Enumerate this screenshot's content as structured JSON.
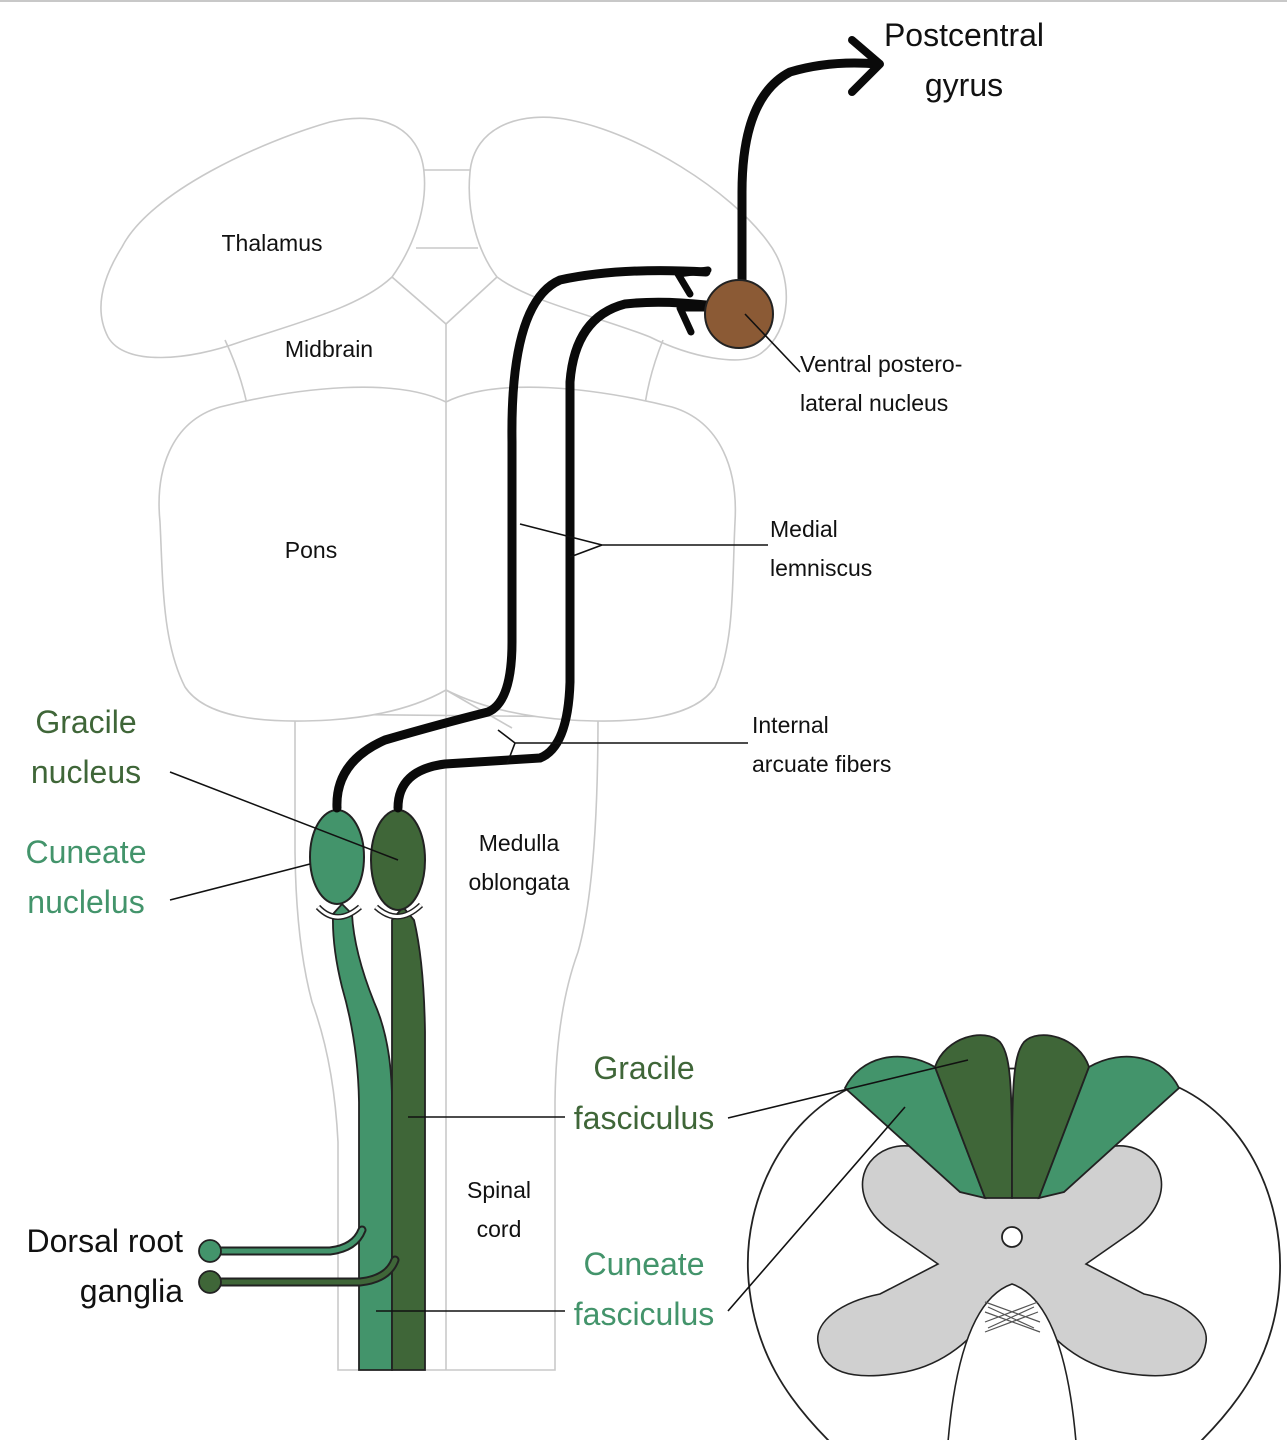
{
  "colors": {
    "light_green": "#43946b",
    "dark_green": "#3f6638",
    "nucleus_brown": "#8b5a35",
    "grey_matter": "#d0d0d0",
    "fiber_black": "#0a0a0a",
    "outline_grey": "#c9c9c9"
  },
  "structures": {
    "thalamus": "Thalamus",
    "midbrain": "Midbrain",
    "pons": "Pons",
    "medulla_line1": "Medulla",
    "medulla_line2": "oblongata",
    "spinal_line1": "Spinal",
    "spinal_line2": "cord"
  },
  "labels": {
    "postcentral_line1": "Postcentral",
    "postcentral_line2": "gyrus",
    "vpl_line1": "Ventral postero-",
    "vpl_line2": "lateral nucleus",
    "medial_lemniscus_line1": "Medial",
    "medial_lemniscus_line2": "lemniscus",
    "internal_arcuate_line1": "Internal",
    "internal_arcuate_line2": "arcuate fibers",
    "gracile_nucleus_line1": "Gracile",
    "gracile_nucleus_line2": "nucleus",
    "cuneate_nucleus_line1": "Cuneate",
    "cuneate_nucleus_line2": "nuclelus",
    "gracile_fasciculus_line1": "Gracile",
    "gracile_fasciculus_line2": "fasciculus",
    "cuneate_fasciculus_line1": "Cuneate",
    "cuneate_fasciculus_line2": "fasciculus",
    "dorsal_root_line1": "Dorsal root",
    "dorsal_root_line2": "ganglia"
  }
}
